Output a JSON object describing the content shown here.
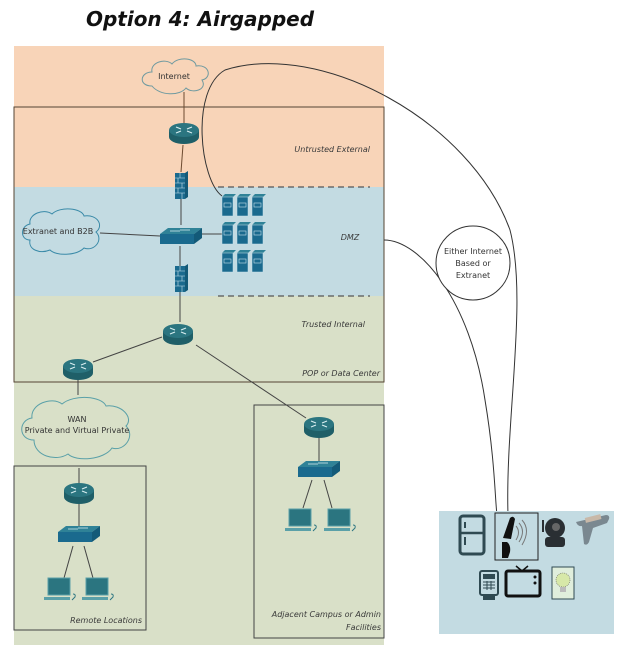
{
  "title": "Option 4: Airgapped",
  "zones": {
    "untrusted_external": "Untrusted External",
    "dmz": "DMZ",
    "trusted_internal": "Trusted Internal",
    "pop_data_center": "POP or Data Center",
    "remote_locations": "Remote Locations",
    "adjacent_campus_line1": "Adjacent Campus or Admin",
    "adjacent_campus_line2": "Facilities"
  },
  "clouds": {
    "internet": "Internet",
    "extranet": "Extranet and B2B",
    "wan_line1": "WAN",
    "wan_line2": "Private and Virtual Private"
  },
  "connector_label": {
    "line1": "Either Internet",
    "line2": "Based or",
    "line3": "Extranet"
  },
  "colors": {
    "external": "#f8d4b8",
    "dmz": "#c3dbe2",
    "internal": "#d9e0c8",
    "device": "#2b7580",
    "server": "#1a6a8e",
    "iot_panel": "#c3dbe2"
  },
  "iot_devices": [
    "refrigerator",
    "smart-card-reader",
    "ip-camera",
    "barcode-scanner",
    "payment-terminal",
    "television",
    "smart-bulb"
  ]
}
